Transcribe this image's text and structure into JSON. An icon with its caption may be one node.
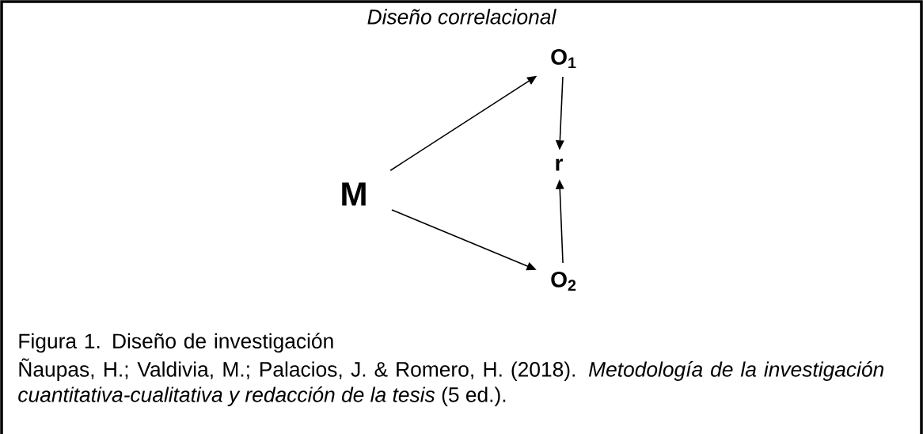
{
  "diagram": {
    "title": "Diseño correlacional",
    "caption": "Figura 1. Diseño de investigación",
    "nodes": [
      {
        "text": [
          "M"
        ]
      },
      {
        "text": [
          "O$_{1}$"
        ]
      },
      {
        "text": [
          "r"
        ]
      },
      {
        "text": [
          "O$_{2}$"
        ]
      }
    ],
    "edges": [
      {
        "from": 0,
        "to": 1,
        "arrow": "to"
      },
      {
        "from": 0,
        "to": 3,
        "arrow": "to"
      },
      {
        "from": 1,
        "to": 2,
        "arrow": "to"
      },
      {
        "from": 3,
        "to": 2,
        "arrow": "to"
      }
    ],
    "labels": [
      "Ñaupas, H.; Valdivia, M.; Palacios, J. & Romero, H. (2018). *Metodología de la investigación cuantitativa-cualitativa y redacción de la tesis* (5 ed.)."
    ]
  }
}
